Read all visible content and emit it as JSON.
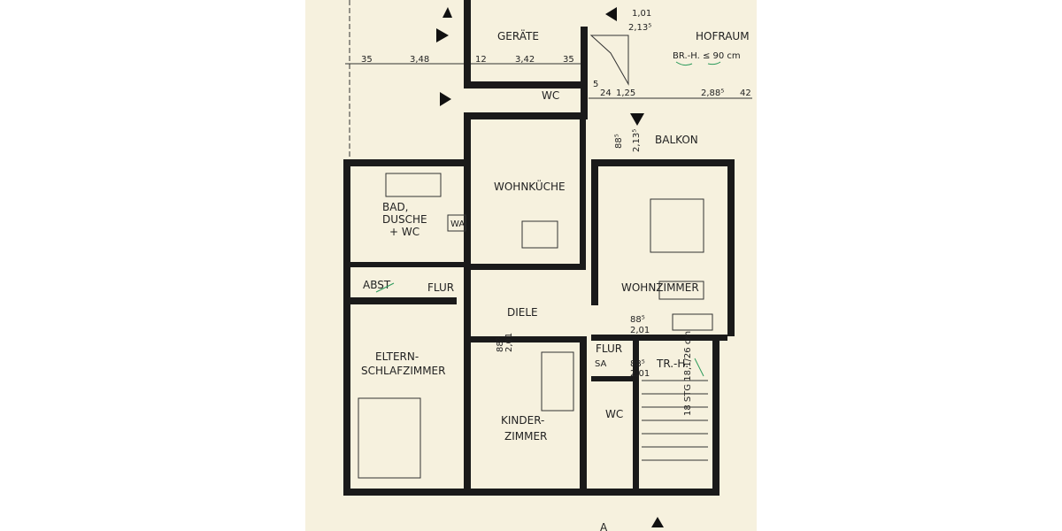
{
  "rooms": {
    "geraete": "GERÄTE",
    "hofraum": "HOFRAUM",
    "wc_top": "WC",
    "balkon": "BALKON",
    "bad_line1": "BAD,",
    "bad_line2": "DUSCHE",
    "bad_line3": "+ WC",
    "wa": "WA",
    "wohnkueche": "WOHNKÜCHE",
    "wohnzimmer": "WOHNZIMMER",
    "abst": "ABST",
    "flur_left": "FLUR",
    "diele": "DIELE",
    "flur_right": "FLUR",
    "eltern_line1": "ELTERN-",
    "eltern_line2": "SCHLAFZIMMER",
    "kinder_line1": "KINDER-",
    "kinder_line2": "ZIMMER",
    "trh": "TR.-H.",
    "wc_bottom": "WC",
    "section": "A"
  },
  "dimensions": {
    "d1": "35",
    "d2": "3,48",
    "d3": "12",
    "d4": "3,42",
    "d5": "35",
    "d6": "1,01",
    "d7": "2,13⁵",
    "br_h": "BR.-H. ≤ 90 cm",
    "d8": "5",
    "d9": "24",
    "d10": "1,25",
    "d11": "2,88⁵",
    "d12": "42",
    "balkon_door_w": "88⁵",
    "balkon_door_h": "2,13⁵",
    "door_w": "88⁵",
    "door_h": "2,01",
    "sa": "SA",
    "stairs": "18 STG 18,1/26 cm"
  },
  "colors": {
    "paper": "#f6f1de",
    "ink": "#1a1a1a",
    "annotation": "#2a9a5a"
  }
}
